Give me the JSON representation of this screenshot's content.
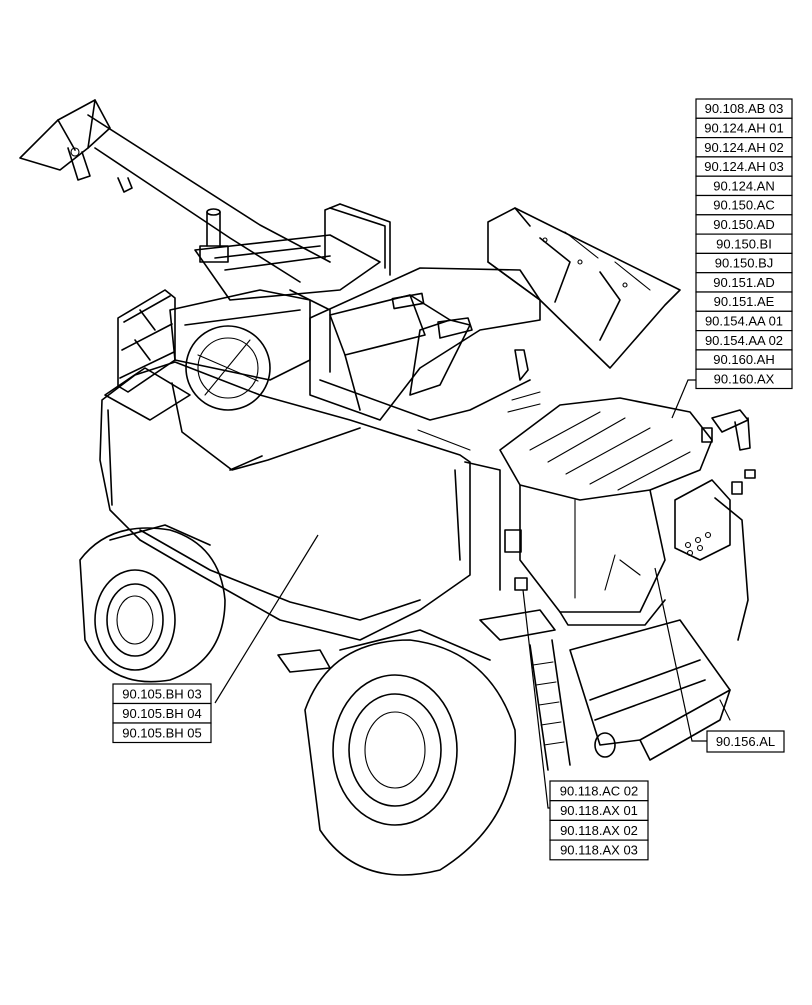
{
  "callouts": {
    "top_right": [
      "90.108.AB 03",
      "90.124.AH 01",
      "90.124.AH 02",
      "90.124.AH 03",
      "90.124.AN",
      "90.150.AC",
      "90.150.AD",
      "90.150.BI",
      "90.150.BJ",
      "90.151.AD",
      "90.151.AE",
      "90.154.AA 01",
      "90.154.AA 02",
      "90.160.AH",
      "90.160.AX"
    ],
    "left": [
      "90.105.BH 03",
      "90.105.BH 04",
      "90.105.BH 05"
    ],
    "bottom_center": [
      "90.118.AC 02",
      "90.118.AX 01",
      "90.118.AX 02",
      "90.118.AX 03"
    ],
    "bottom_right": [
      "90.156.AL"
    ]
  },
  "colors": {
    "line": "#000000",
    "background": "#ffffff"
  }
}
